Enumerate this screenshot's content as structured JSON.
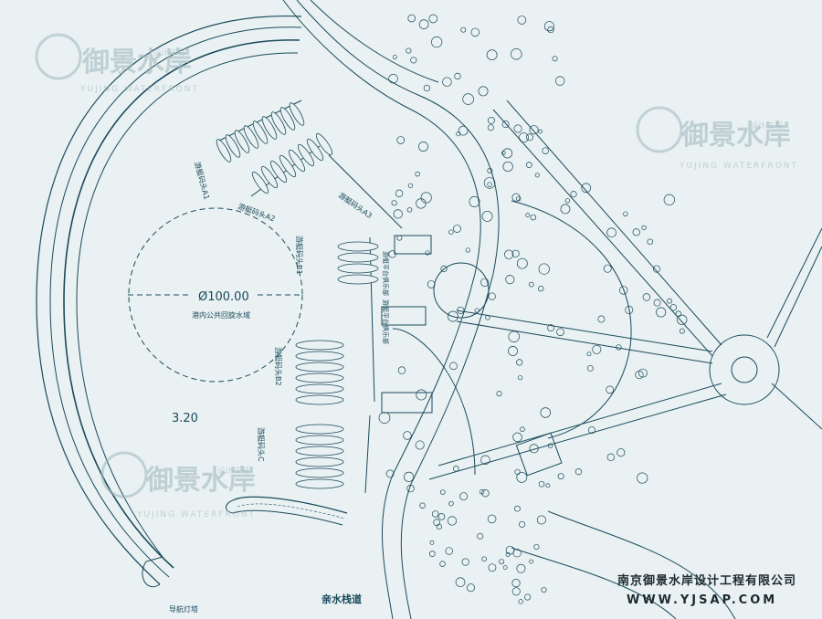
{
  "drawing": {
    "circle_label": "Ø100.00",
    "basin_label": "港内公共回旋水域",
    "depth_label": "3.20",
    "boardwalk_label": "亲水栈道",
    "beacon_label": "导航灯塔",
    "berths": [
      {
        "id": "A1",
        "text": "游艇码头A1"
      },
      {
        "id": "A2",
        "text": "游艇码头A2"
      },
      {
        "id": "A3",
        "text": "游艇码头A3"
      },
      {
        "id": "B1",
        "text": "游艇码头B1"
      },
      {
        "id": "B2",
        "text": "游艇码头B2"
      },
      {
        "id": "C",
        "text": "游艇码头C"
      }
    ],
    "platform_labels": [
      "游艇平台俱乐部",
      "游艇平台俱乐部"
    ]
  },
  "watermark": {
    "brand": "御景水岸",
    "tag": "设计/工程",
    "en": "YUJING WATERFRONT"
  },
  "footer": {
    "company": "南京御景水岸设计工程有限公司",
    "url": "WWW.YJSAP.COM"
  },
  "colors": {
    "background": "#e9f1f2",
    "line": "#1b4a5c",
    "watermark": "#9eb6bd"
  }
}
